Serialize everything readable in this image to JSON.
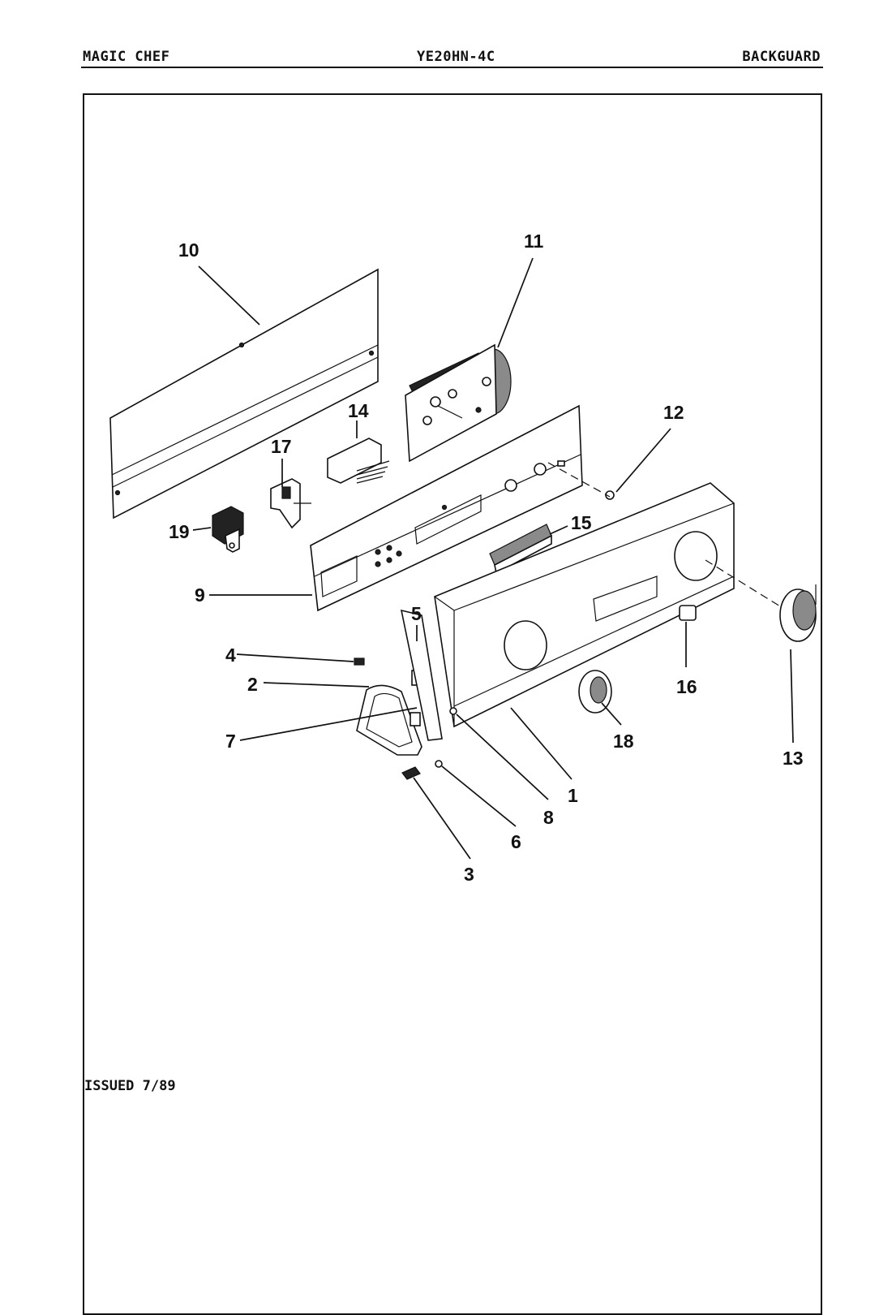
{
  "header": {
    "brand": "MAGIC CHEF",
    "model": "YE20HN-4C",
    "section": "BACKGUARD"
  },
  "footer": {
    "issued": "ISSUED 7/89"
  },
  "callouts": {
    "c1": "1",
    "c2": "2",
    "c3": "3",
    "c4": "4",
    "c5": "5",
    "c6": "6",
    "c7": "7",
    "c8": "8",
    "c9": "9",
    "c10": "10",
    "c11": "11",
    "c12": "12",
    "c13": "13",
    "c14": "14",
    "c15": "15",
    "c16": "16",
    "c17": "17",
    "c18": "18",
    "c19": "19"
  }
}
